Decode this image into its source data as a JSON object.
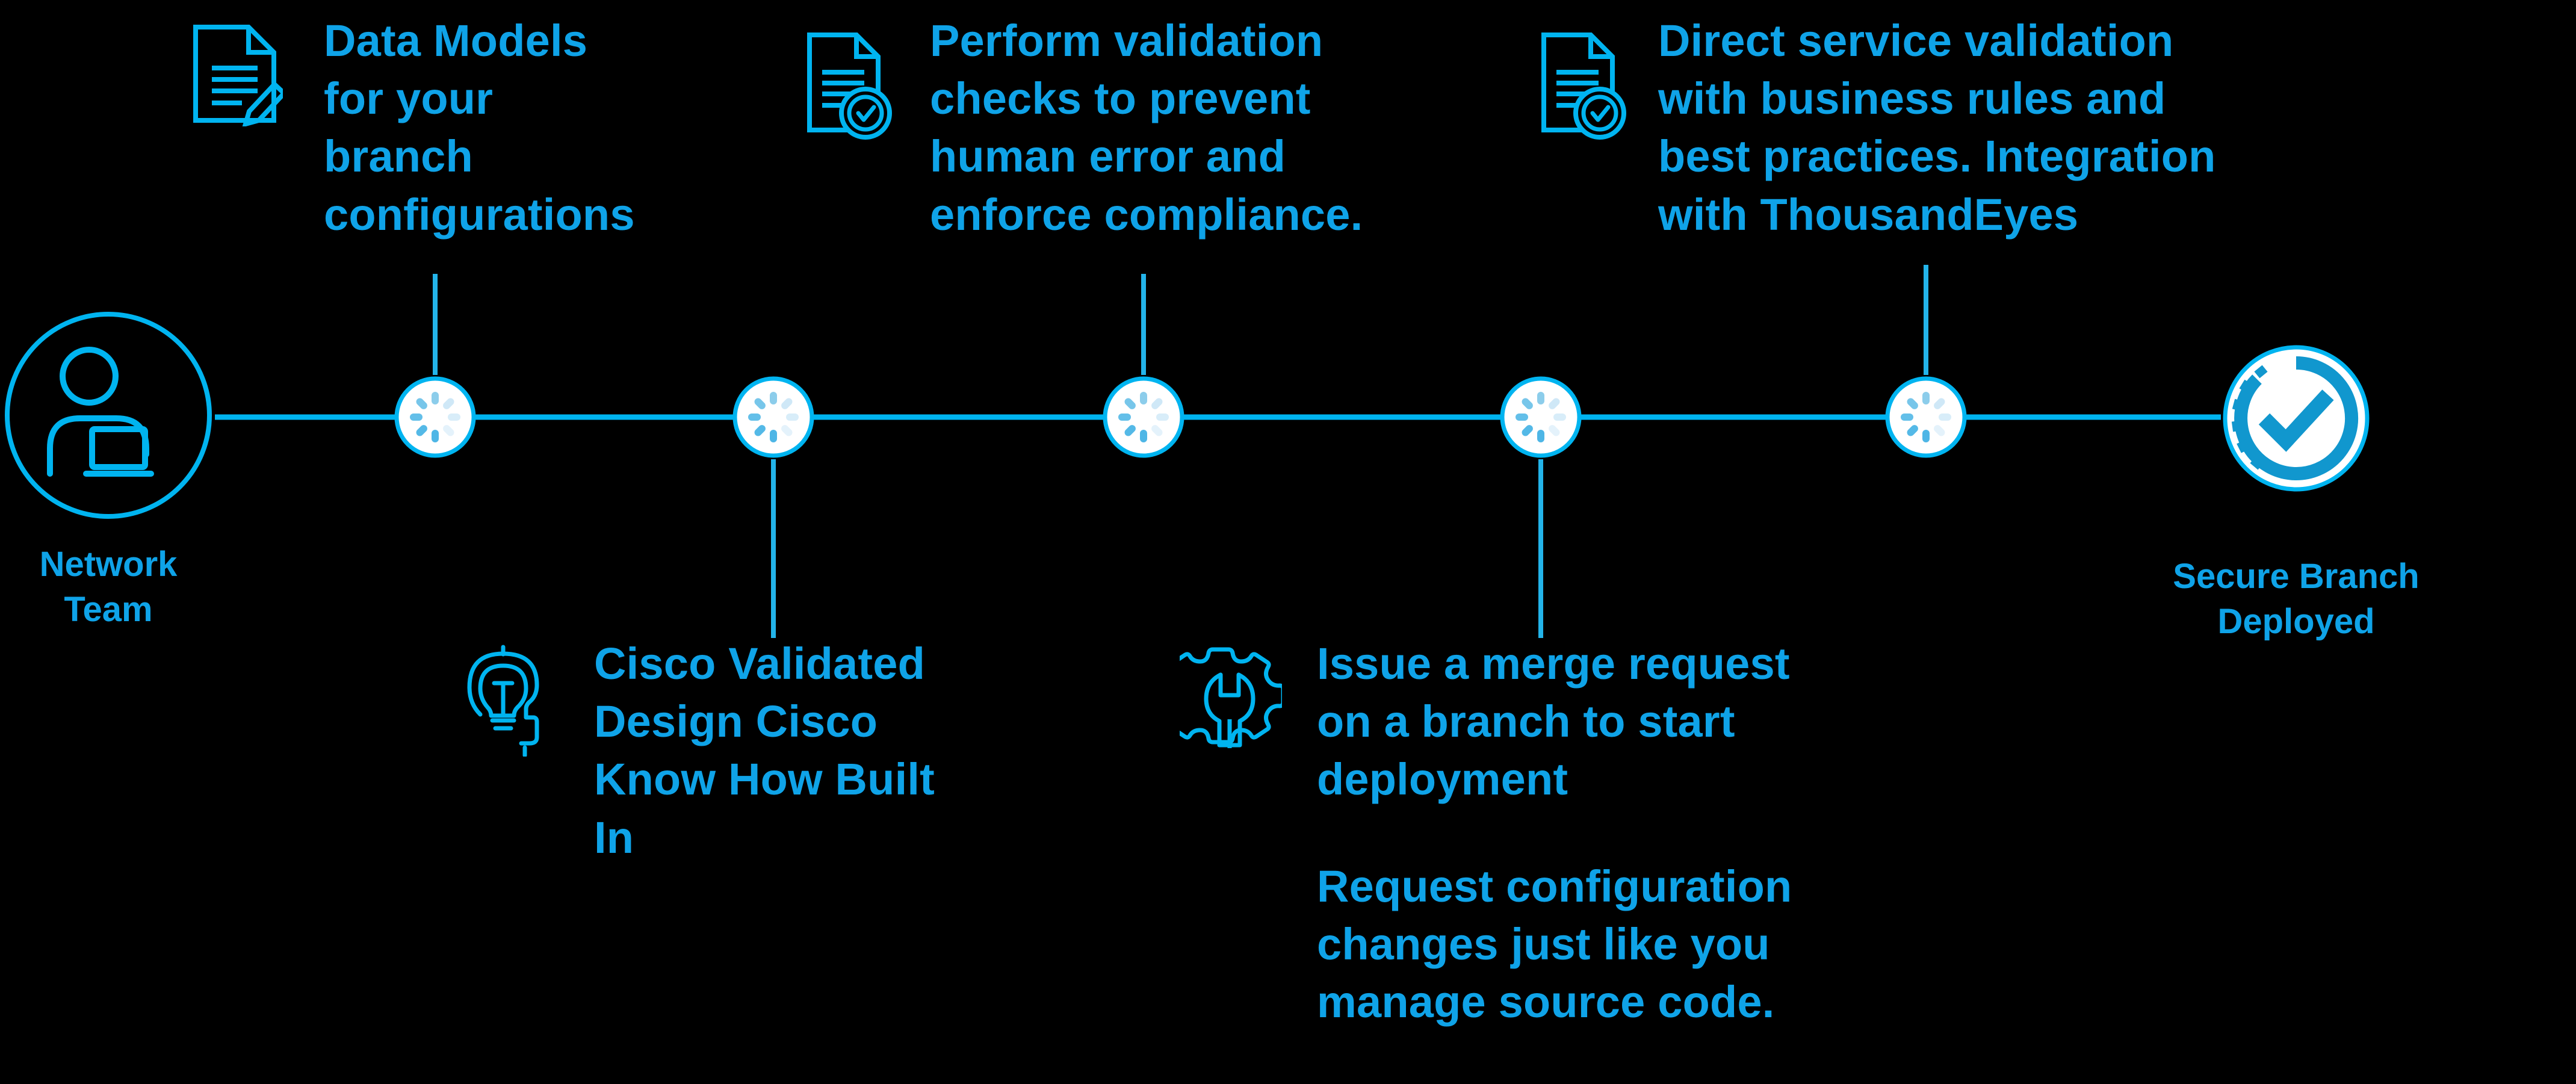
{
  "diagram": {
    "title": "Branch configuration automation timeline",
    "accent_color": "#0fa3e8",
    "line_color": "#00b4f0",
    "node_fill": "#ffffff",
    "background": "#000000"
  },
  "start_node": {
    "icon": "person-with-laptop-icon",
    "label_line1": "Network",
    "label_line2": "Team"
  },
  "end_node": {
    "icon": "check-clock-icon",
    "label_line1": "Secure Branch",
    "label_line2": "Deployed"
  },
  "steps": [
    {
      "id": "step-1",
      "icon": "spinner-icon",
      "position": "above"
    },
    {
      "id": "step-2",
      "icon": "spinner-icon",
      "position": "below"
    },
    {
      "id": "step-3",
      "icon": "spinner-icon",
      "position": "above"
    },
    {
      "id": "step-4",
      "icon": "spinner-icon",
      "position": "below"
    },
    {
      "id": "step-5",
      "icon": "spinner-icon",
      "position": "above"
    }
  ],
  "callouts": [
    {
      "id": "callout-data-models",
      "icon": "document-pencil-icon",
      "lines": [
        "Data Models",
        "for your",
        "branch",
        "configurations"
      ]
    },
    {
      "id": "callout-validation-checks",
      "icon": "document-check-icon",
      "lines": [
        "Perform validation",
        "checks to prevent",
        "human error and",
        "enforce compliance."
      ]
    },
    {
      "id": "callout-direct-service-validation",
      "icon": "document-check-icon",
      "lines": [
        "Direct service validation",
        "with business rules and",
        "best practices. Integration",
        "with ThousandEyes"
      ]
    },
    {
      "id": "callout-cisco-validated-design",
      "icon": "head-lightbulb-icon",
      "lines": [
        "Cisco Validated",
        "Design Cisco",
        "Know How Built",
        "In"
      ]
    },
    {
      "id": "callout-merge-request",
      "icon": "gear-wrench-icon",
      "lines": [
        "Issue a merge request",
        "on a branch to start",
        "deployment"
      ]
    },
    {
      "id": "callout-request-configuration",
      "icon": null,
      "lines": [
        "Request configuration",
        "changes just like you",
        "manage source code."
      ]
    }
  ]
}
